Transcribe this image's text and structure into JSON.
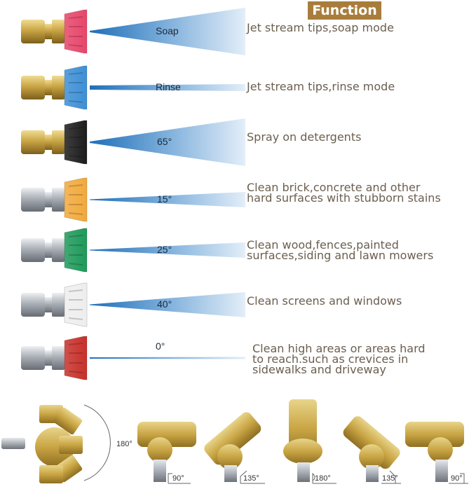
{
  "header": {
    "title": "Function",
    "badge_color": "#a87d3c"
  },
  "rows": [
    {
      "tip_color": "#e8456a",
      "body": "brass",
      "spray_label": "Soap",
      "spray_shape": "wide",
      "function": "Jet stream tips,soap mode"
    },
    {
      "tip_color": "#3d8fd6",
      "body": "brass",
      "spray_label": "Rinse",
      "spray_shape": "stream",
      "function": "Jet stream tips,rinse mode"
    },
    {
      "tip_color": "#1c1c1c",
      "body": "brass",
      "spray_label": "65°",
      "spray_shape": "wide",
      "function": "Spray on detergents"
    },
    {
      "tip_color": "#f2a93b",
      "body": "steel",
      "spray_label": "15°",
      "spray_shape": "narrow",
      "function": "Clean brick,concrete and other\nhard surfaces with stubborn stains"
    },
    {
      "tip_color": "#1e9a5a",
      "body": "steel",
      "spray_label": "25°",
      "spray_shape": "narrow",
      "function": "Clean wood,fences,painted\nsurfaces,siding and lawn mowers"
    },
    {
      "tip_color": "#eeeeee",
      "body": "steel",
      "spray_label": "40°",
      "spray_shape": "medium",
      "function": "Clean screens and windows"
    },
    {
      "tip_color": "#c8302a",
      "body": "steel",
      "spray_label": "0°",
      "spray_shape": "line",
      "function": "Clean high areas or areas hard\nto reach.such as crevices in\nsidewalks and driveway"
    }
  ],
  "pivot": {
    "range_label": "180°",
    "positions": [
      {
        "angle_label": "90°"
      },
      {
        "angle_label": "135°"
      },
      {
        "angle_label": "180°"
      },
      {
        "angle_label": "135°"
      },
      {
        "angle_label": "90°"
      }
    ]
  },
  "colors": {
    "spray_blue": "#2f7fc6",
    "text_brown": "#6b5e4f",
    "brass": "#c9a544",
    "steel": "#b8bcc2"
  }
}
